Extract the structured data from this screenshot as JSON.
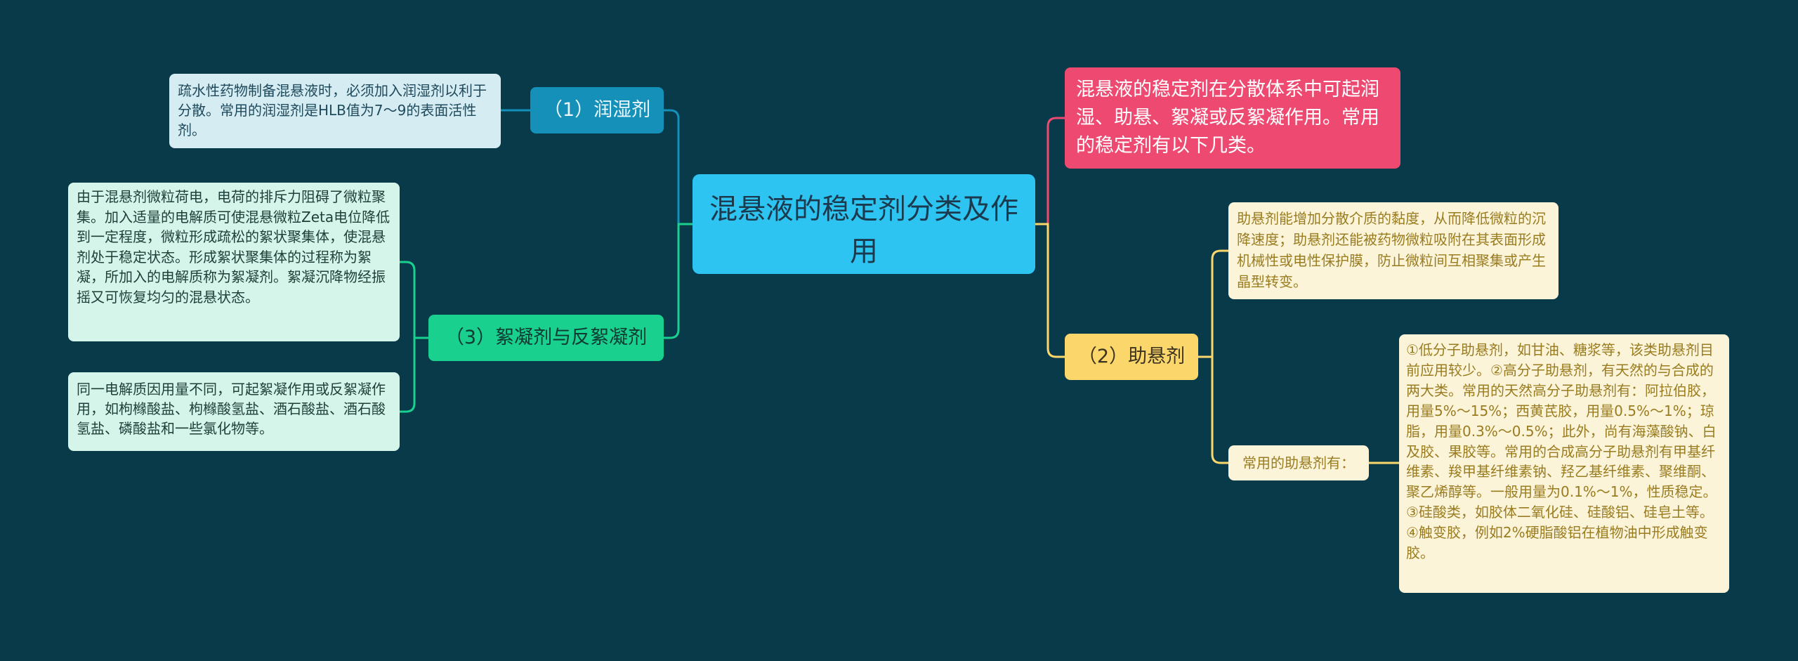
{
  "colors": {
    "background": "#083a4a",
    "central": "#2ec4f2",
    "intro": "#ee4a71",
    "suspending": "#fbd66a",
    "wetting": "#1490b9",
    "flocculant": "#19d08e",
    "suspending_leaf": "#fcf4d8",
    "wetting_leaf": "#d6ecf3",
    "flocculant_leaf": "#d6f5ea"
  },
  "central": {
    "title": "混悬液的稳定剂分类及作用"
  },
  "right": {
    "intro": "混悬液的稳定剂在分散体系中可起润湿、助悬、絮凝或反絮凝作用。常用的稳定剂有以下几类。",
    "suspending": {
      "label": "（2）助悬剂",
      "description": "助悬剂能增加分散介质的黏度，从而降低微粒的沉降速度；助悬剂还能被药物微粒吸附在其表面形成机械性或电性保护膜，防止微粒间互相聚集或产生晶型转变。",
      "common_label": "常用的助悬剂有：",
      "common_description": "①低分子助悬剂，如甘油、糖浆等，该类助悬剂目前应用较少。②高分子助悬剂，有天然的与合成的两大类。常用的天然高分子助悬剂有：阿拉伯胶，用量5%～15%；西黄芪胶，用量0.5%～1%；琼脂，用量0.3%～0.5%；此外，尚有海藻酸钠、白及胶、果胶等。常用的合成高分子助悬剂有甲基纤维素、羧甲基纤维素钠、羟乙基纤维素、聚维酮、聚乙烯醇等。一般用量为0.1%～1%，性质稳定。③硅酸类，如胶体二氧化硅、硅酸铝、硅皂土等。④触变胶，例如2%硬脂酸铝在植物油中形成触变胶。"
    }
  },
  "left": {
    "wetting": {
      "label": "（1）润湿剂",
      "description": "疏水性药物制备混悬液时，必须加入润湿剂以利于分散。常用的润湿剂是HLB值为7～9的表面活性剂。"
    },
    "flocculant": {
      "label": "（3）絮凝剂与反絮凝剂",
      "description_1": "由于混悬剂微粒荷电，电荷的排斥力阻碍了微粒聚集。加入适量的电解质可使混悬微粒Zeta电位降低到一定程度，微粒形成疏松的絮状聚集体，使混悬剂处于稳定状态。形成絮状聚集体的过程称为絮凝，所加入的电解质称为絮凝剂。絮凝沉降物经振摇又可恢复均匀的混悬状态。",
      "description_2": "同一电解质因用量不同，可起絮凝作用或反絮凝作用，如枸橼酸盐、枸橼酸氢盐、酒石酸盐、酒石酸氢盐、磷酸盐和一些氯化物等。"
    }
  }
}
